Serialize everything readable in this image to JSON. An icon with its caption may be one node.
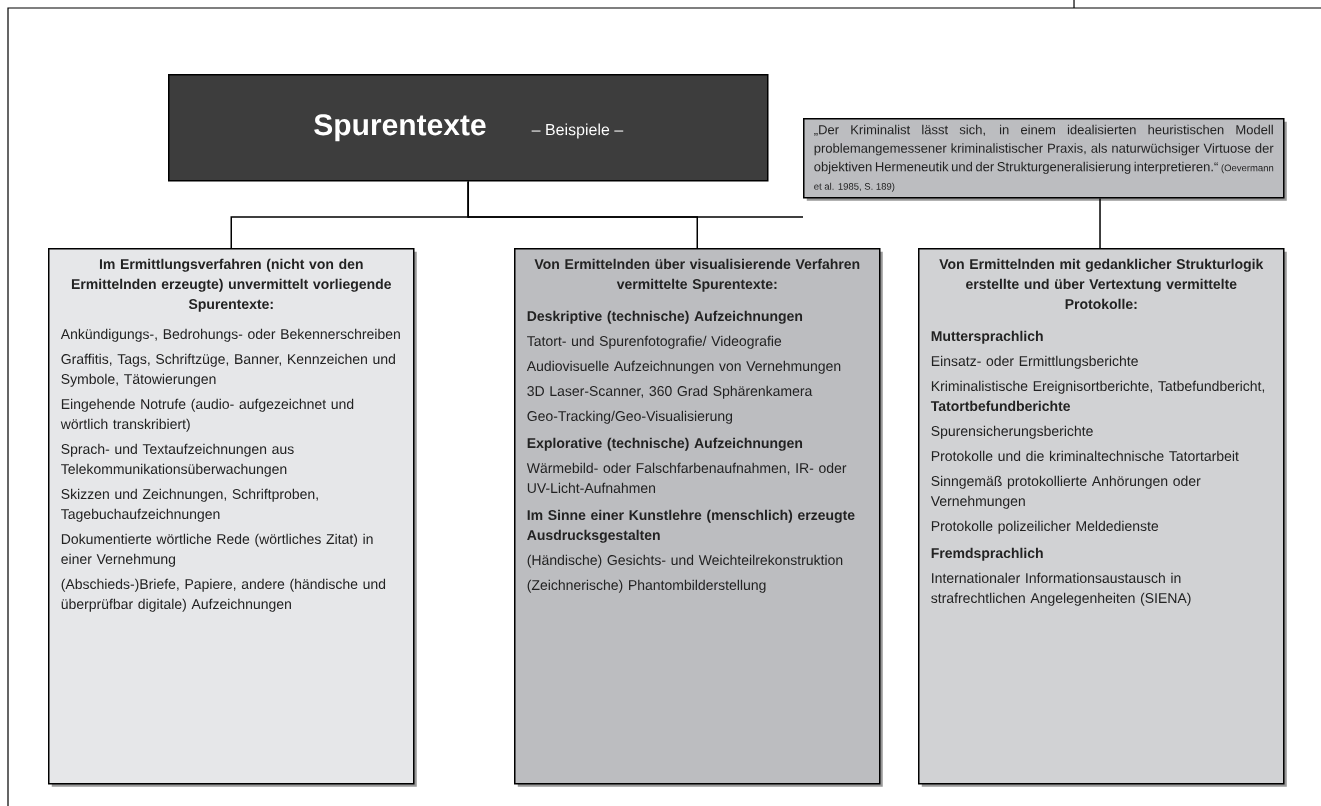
{
  "diagram": {
    "nodes": [
      {
        "text": [
          "Spurentexte",
          "– Beispiele –"
        ]
      },
      {
        "text": [
          "„Der Kriminalist lässt sich, in einem idealisierten heuristischen Modell problemangemessener kriminalistischer Praxis, als naturwüchsiger Virtuose der objektiven Hermeneutik und der Strukturgeneralisierung interpretieren.“",
          "(Oevermann et al. 1985, S. 189)"
        ]
      },
      {
        "text": [
          "Im Ermittlungsverfahren (nicht von den Ermittelnden erzeugte) unvermittelt vorliegende Spurentexte:",
          "Ankündigungs-, Bedrohungs- oder Bekennerschreiben",
          "Graffitis, Tags, Schriftzüge, Banner, Kennzeichen und Symbole, Tätowierungen",
          "Eingehende Notrufe (audio- aufgezeichnet und wörtlich transkribiert)",
          "Sprach- und Textaufzeichnungen aus Telekommunikationsüberwachungen",
          "Skizzen und Zeichnungen, Schriftproben, Tagebuchaufzeichnungen",
          "Dokumentierte wörtliche Rede (wörtliches Zitat) in einer Vernehmung",
          "(Abschieds-)Briefe, Papiere, andere (händische und überprüfbar digitale) Aufzeichnungen"
        ]
      },
      {
        "text": [
          "Von Ermittelnden über visualisierende Verfahren vermittelte Spurentexte:",
          "Deskriptive (technische) Aufzeichnungen",
          "Tatort- und Spurenfotografie/ Videografie",
          "Audiovisuelle Aufzeichnungen von Vernehmungen",
          "3D Laser-Scanner, 360 Grad Sphärenkamera",
          "Geo-Tracking/Geo-Visualisierung",
          "Explorative (technische) Aufzeichnungen",
          "Wärmebild- oder Falschfarbenaufnahmen, IR- oder UV-Licht-Aufnahmen",
          "Im Sinne einer Kunstlehre (menschlich) erzeugte Ausdrucksgestalten",
          "(Händische) Gesichts- und Weichteilrekonstruktion",
          "(Zeichnerische) Phantombilderstellung"
        ]
      },
      {
        "text": [
          "Von Ermittelnden mit gedanklicher Strukturlogik erstellte und über Vertextung vermittelte Protokolle:",
          "Muttersprachlich",
          "Einsatz- oder Ermittlungsberichte",
          "Kriminalistische Ereignisortberichte, Tatbefundbericht, **Tatortbefundberichte**",
          "Spurensicherungsberichte",
          "Protokolle und die kriminaltechnische Tatortarbeit",
          "Sinngemäß protokollierte Anhörungen oder Vernehmungen",
          "Protokolle polizeilicher Meldedienste",
          "Fremdsprachlich",
          "Internationaler Informationsaustausch in strafrechtlichen Angelegenheiten (SIENA)"
        ]
      }
    ],
    "edges": [
      {
        "from": 0,
        "to": 2,
        "arrow": "none"
      },
      {
        "from": 0,
        "to": 3,
        "arrow": "none"
      },
      {
        "from": 0,
        "to": 1,
        "arrow": "none"
      },
      {
        "from": 1,
        "to": 4,
        "arrow": "none"
      }
    ]
  }
}
